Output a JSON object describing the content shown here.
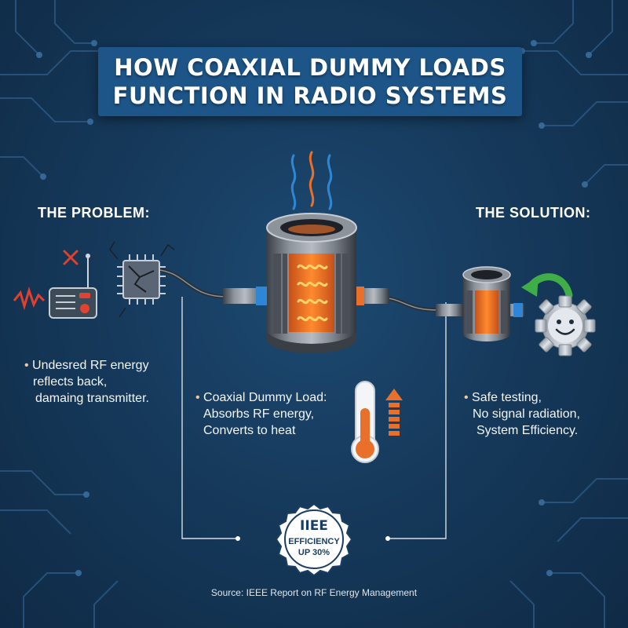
{
  "title": {
    "line1": "HOW COAXIAL DUMMY LOADS",
    "line2": "FUNCTION IN RADIO SYSTEMS"
  },
  "problem": {
    "heading": "THE PROBLEM:",
    "bullet": [
      "Undesred RF energy",
      "reflects back,",
      "damaing transmitter."
    ]
  },
  "center": {
    "bullet": [
      "Coaxial Dummy Load:",
      "Absorbs RF energy,",
      "Converts to heat"
    ]
  },
  "solution": {
    "heading": "THE SOLUTION:",
    "bullet": [
      "Safe testing,",
      "No signal radiation,",
      "System Efficiency."
    ]
  },
  "badge": {
    "org": "IIEE",
    "line1": "EFFICIENCY",
    "line2": "UP 30%"
  },
  "source": "Source: IEEE Report on RF Energy Management",
  "colors": {
    "background": "#163a5c",
    "title_box": "#1d5588",
    "accent_orange": "#e8702a",
    "danger_red": "#d9362b",
    "accent_green": "#3fae49",
    "connector_blue": "#2f86d6"
  },
  "icons": [
    "transmitter-icon",
    "error-x-icon",
    "chip-icon",
    "heat-waves-icon",
    "thermometer-icon",
    "arrow-up-icon",
    "smiley-gear-icon",
    "recycle-arrow-icon",
    "badge-icon"
  ]
}
